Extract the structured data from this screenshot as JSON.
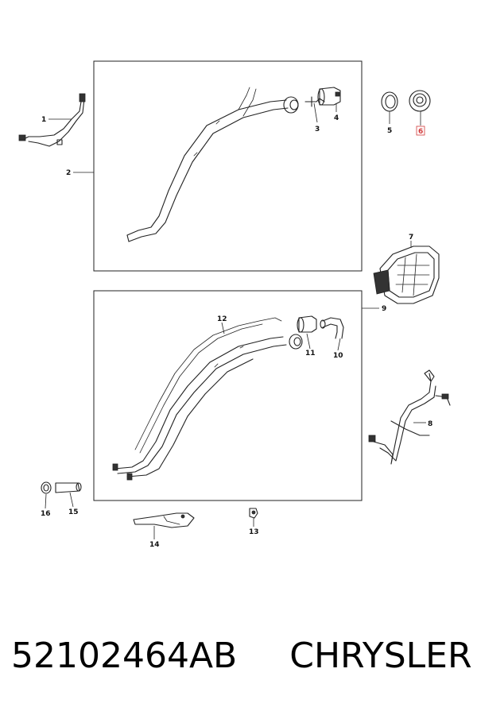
{
  "diagram": {
    "callouts": [
      "1",
      "2",
      "3",
      "4",
      "5",
      "6",
      "7",
      "8",
      "9",
      "10",
      "11",
      "12",
      "13",
      "14",
      "15",
      "16"
    ],
    "highlighted": "6"
  },
  "footer": {
    "part_number": "52102464AB",
    "brand": "CHRYSLER"
  },
  "colors": {
    "line": "#222222",
    "highlight": "#d23a3a"
  }
}
